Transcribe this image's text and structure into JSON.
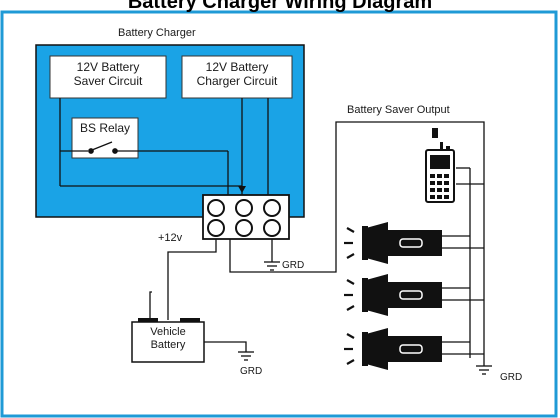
{
  "title": "Battery Charger Wiring Diagram",
  "labels": {
    "charger_box": "Battery Charger",
    "saver_circuit_line1": "12V Battery",
    "saver_circuit_line2": "Saver Circuit",
    "charger_circuit_line1": "12V Battery",
    "charger_circuit_line2": "Charger Circuit",
    "bs_relay": "BS Relay",
    "saver_output": "Battery Saver Output",
    "plus_12v": "+12v",
    "grd_connector": "GRD",
    "vehicle_battery_line1": "Vehicle",
    "vehicle_battery_line2": "Battery",
    "grd_battery": "GRD",
    "grd_output": "GRD"
  },
  "colors": {
    "charger_blue": "#1aa3e6",
    "outer_border": "#1f9ad6",
    "line": "#1a1a1a",
    "box_fill": "#ffffff"
  },
  "icons": [
    "radio-icon",
    "flashlight-icon",
    "ground-symbol-icon",
    "relay-switch-icon"
  ]
}
